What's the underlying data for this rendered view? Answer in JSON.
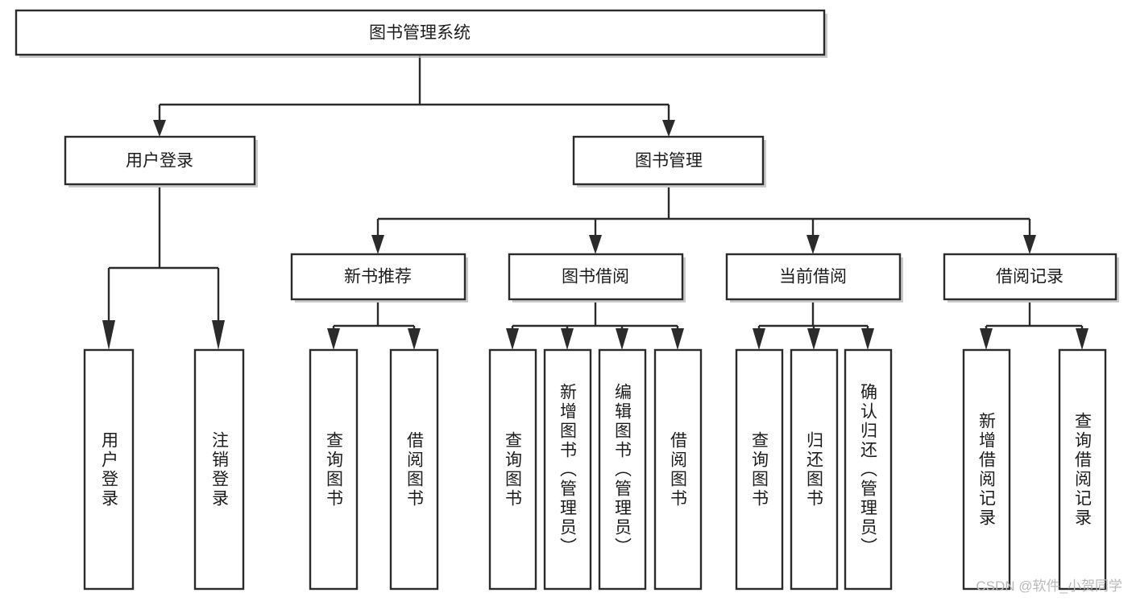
{
  "diagram": {
    "type": "tree",
    "title": "图书管理系统",
    "orientation": "top-down",
    "colors": {
      "box_fill": "#ffffff",
      "box_stroke": "#2b2b2b",
      "connector": "#2b2b2b",
      "text": "#1c1c1c",
      "watermark": "#b9b9b9",
      "background": "#ffffff"
    },
    "root": {
      "id": "root",
      "label": "图书管理系统",
      "orientation": "horizontal"
    },
    "level2": [
      {
        "id": "user-login",
        "label": "用户登录",
        "orientation": "horizontal"
      },
      {
        "id": "book-manage",
        "label": "图书管理",
        "orientation": "horizontal"
      }
    ],
    "level3": [
      {
        "id": "new-book-rec",
        "label": "新书推荐",
        "orientation": "horizontal",
        "parent": "book-manage"
      },
      {
        "id": "book-borrow",
        "label": "图书借阅",
        "orientation": "horizontal",
        "parent": "book-manage"
      },
      {
        "id": "current-borrow",
        "label": "当前借阅",
        "orientation": "horizontal",
        "parent": "book-manage"
      },
      {
        "id": "borrow-record",
        "label": "借阅记录",
        "orientation": "horizontal",
        "parent": "book-manage"
      }
    ],
    "leaves": [
      {
        "id": "leaf-user-login",
        "label": "用户登录",
        "parent": "user-login",
        "orientation": "vertical"
      },
      {
        "id": "leaf-user-logout",
        "label": "注销登录",
        "parent": "user-login",
        "orientation": "vertical"
      },
      {
        "id": "leaf-rec-query",
        "label": "查询图书",
        "parent": "new-book-rec",
        "orientation": "vertical"
      },
      {
        "id": "leaf-rec-borrow",
        "label": "借阅图书",
        "parent": "new-book-rec",
        "orientation": "vertical"
      },
      {
        "id": "leaf-borrow-query",
        "label": "查询图书",
        "parent": "book-borrow",
        "orientation": "vertical"
      },
      {
        "id": "leaf-borrow-add",
        "label": "新增图书（管理员）",
        "parent": "book-borrow",
        "orientation": "vertical"
      },
      {
        "id": "leaf-borrow-edit",
        "label": "编辑图书（管理员）",
        "parent": "book-borrow",
        "orientation": "vertical"
      },
      {
        "id": "leaf-borrow-lend",
        "label": "借阅图书",
        "parent": "book-borrow",
        "orientation": "vertical"
      },
      {
        "id": "leaf-current-query",
        "label": "查询图书",
        "parent": "current-borrow",
        "orientation": "vertical"
      },
      {
        "id": "leaf-current-return",
        "label": "归还图书",
        "parent": "current-borrow",
        "orientation": "vertical"
      },
      {
        "id": "leaf-current-confirm",
        "label": "确认归还（管理员）",
        "parent": "current-borrow",
        "orientation": "vertical"
      },
      {
        "id": "leaf-record-add",
        "label": "新增借阅记录",
        "parent": "borrow-record",
        "orientation": "vertical"
      },
      {
        "id": "leaf-record-query",
        "label": "查询借阅记录",
        "parent": "borrow-record",
        "orientation": "vertical"
      }
    ]
  },
  "watermark": {
    "text": "CSDN @软件_小贺同学"
  }
}
